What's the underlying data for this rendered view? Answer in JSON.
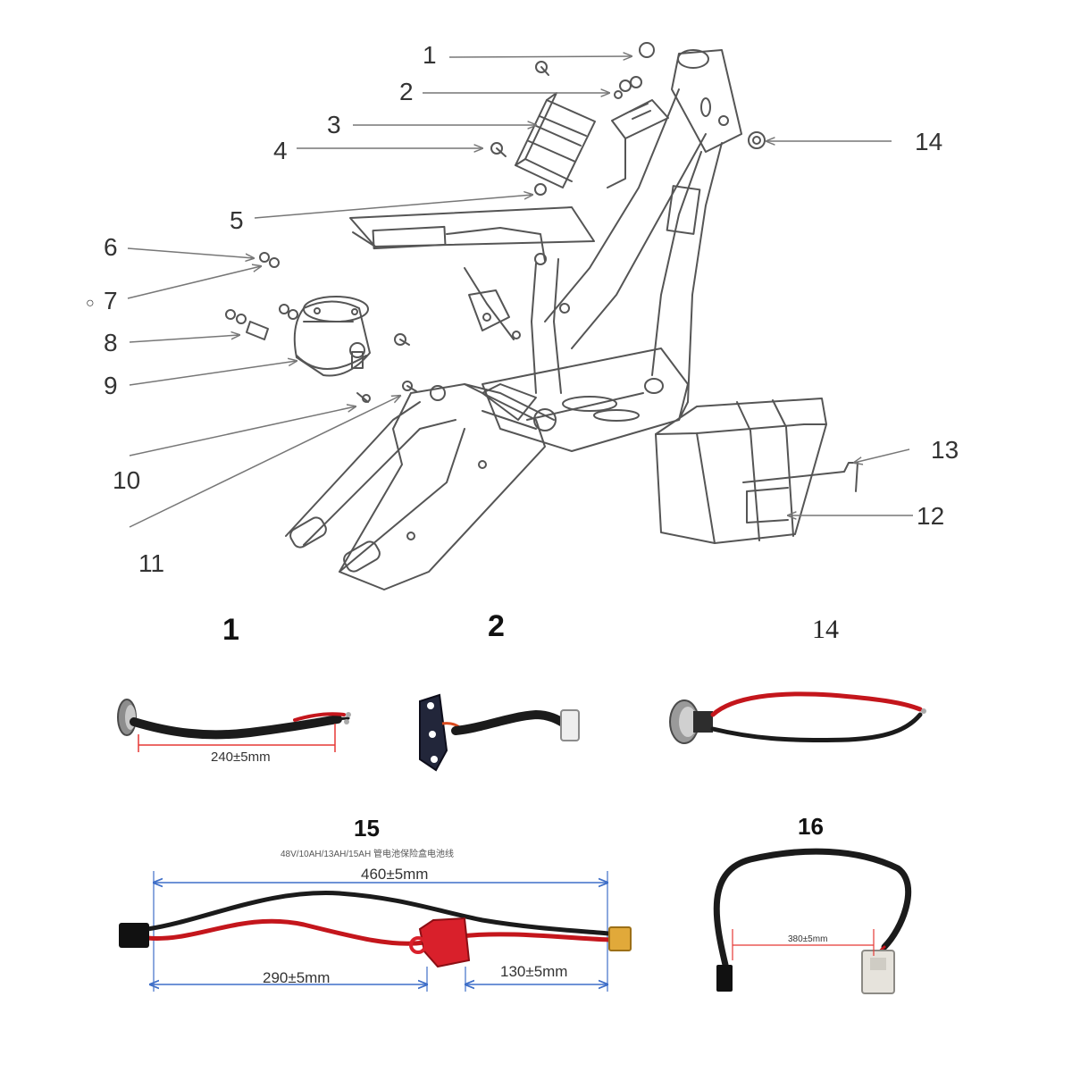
{
  "diagram": {
    "callouts": [
      "1",
      "2",
      "3",
      "4",
      "5",
      "6",
      "7",
      "8",
      "9",
      "10",
      "11",
      "12",
      "13",
      "14"
    ],
    "stray_mark": "○",
    "colors": {
      "wire_black": "#1b1b1b",
      "wire_red": "#c4161c",
      "dimension_red": "#e53935",
      "dimension_blue": "#3f6fc8",
      "line_art": "#555555"
    }
  },
  "parts": {
    "part_1": {
      "heading": "1",
      "dimension": "240±5mm"
    },
    "part_2": {
      "heading": "2"
    },
    "part_14": {
      "heading": "14"
    },
    "part_15": {
      "heading": "15",
      "caption": "48V/10AH/13AH/15AH 管电池保险盒电池线",
      "dim_total": "460±5mm",
      "dim_left": "290±5mm",
      "dim_right": "130±5mm"
    },
    "part_16": {
      "heading": "16",
      "dimension": "380±5mm"
    }
  }
}
